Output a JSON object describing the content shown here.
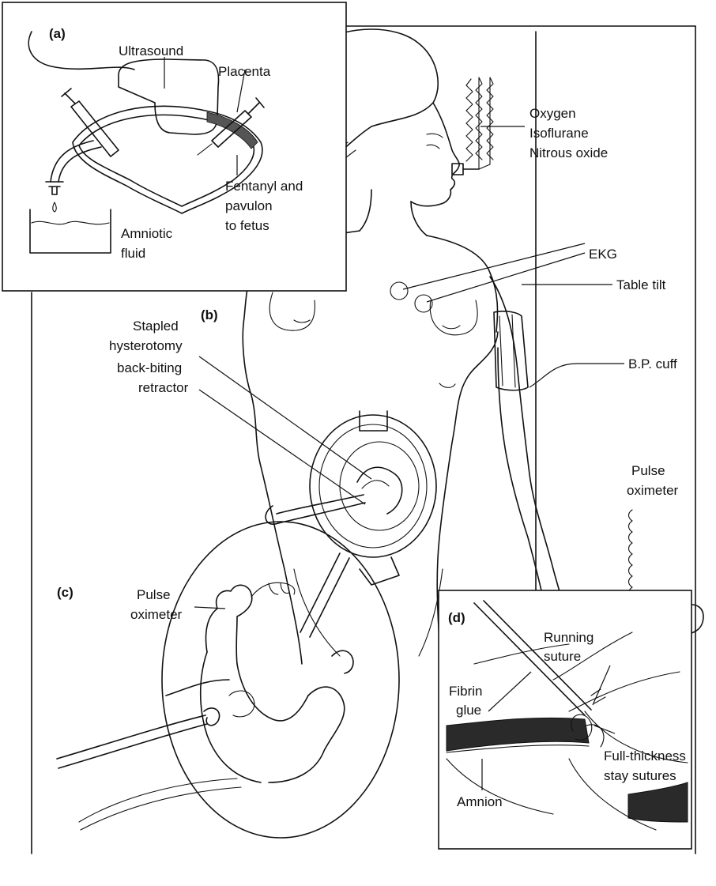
{
  "panels": {
    "a": "(a)",
    "b": "(b)",
    "c": "(c)",
    "d": "(d)"
  },
  "labels": {
    "ultrasound": "Ultrasound",
    "placenta": "Placenta",
    "fentanyl_1": "Fentanyl and",
    "fentanyl_2": "pavulon",
    "fentanyl_3": "to fetus",
    "amniotic_1": "Amniotic",
    "amniotic_2": "fluid",
    "oxygen": "Oxygen",
    "isoflurane": "Isoflurane",
    "nitrous": "Nitrous oxide",
    "ekg": "EKG",
    "table_tilt": "Table tilt",
    "bp_cuff": "B.P. cuff",
    "stapled_1": "Stapled",
    "stapled_2": "hysterotomy",
    "backbiting_1": "back-biting",
    "backbiting_2": "retractor",
    "pulse_ox_b_1": "Pulse",
    "pulse_ox_b_2": "oximeter",
    "pulse_ox_c_1": "Pulse",
    "pulse_ox_c_2": "oximeter",
    "running_1": "Running",
    "running_2": "suture",
    "fibrin_1": "Fibrin",
    "fibrin_2": "glue",
    "fullthick_1": "Full-thickness",
    "fullthick_2": "stay sutures",
    "amnion": "Amnion"
  }
}
